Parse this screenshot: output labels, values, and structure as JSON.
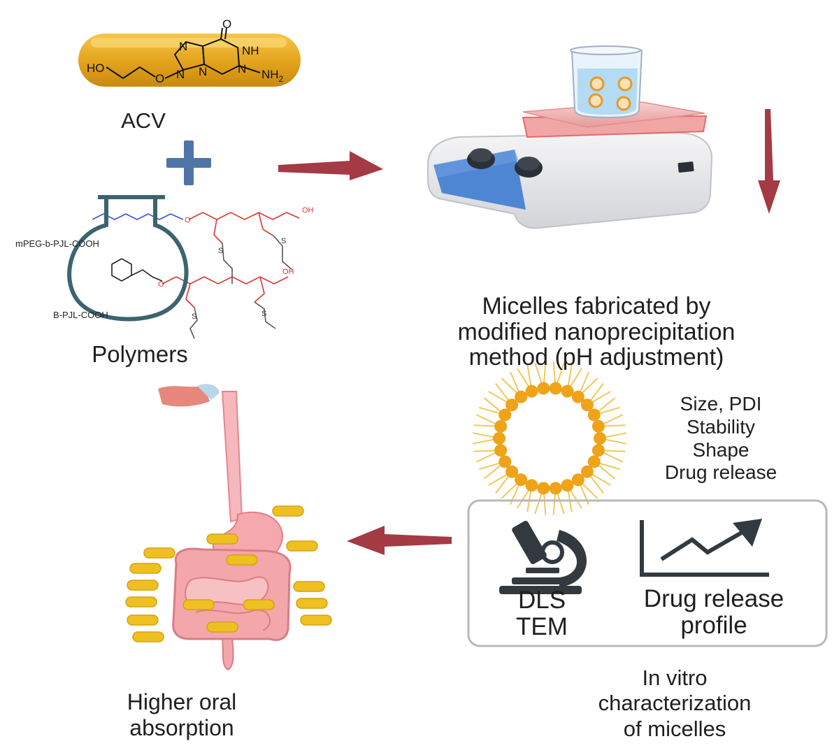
{
  "acv": {
    "label": "ACV",
    "atoms": {
      "ho": "HO",
      "o_ring": "O",
      "n1": "N",
      "n2": "N",
      "n3": "N",
      "n4": "N",
      "nh": "NH",
      "nh2": "NH2",
      "o_top": "O"
    }
  },
  "polymers": {
    "label": "Polymers",
    "mpeg_label": "mPEG-b-PJL-COOH",
    "bpjl_label": "B-PJL-COOH",
    "oh": "OH",
    "o": "O",
    "s": "S"
  },
  "micelle_step": {
    "lines": [
      "Micelles fabricated by",
      "modified nanoprecipitation",
      "method (pH adjustment)"
    ]
  },
  "characterization": {
    "properties": [
      "Size, PDI",
      "Stability",
      "Shape",
      "Drug release"
    ],
    "instruments": [
      "DLS",
      "TEM"
    ],
    "release_profile": [
      "Drug release",
      "profile"
    ],
    "caption": [
      "In vitro",
      "characterization",
      "of micelles"
    ]
  },
  "outcome": {
    "lines": [
      "Higher oral",
      "absorption"
    ]
  },
  "colors": {
    "arrow": "#a33a44",
    "plus": "#4f74a8",
    "capsule": "#e8a824",
    "flask": "#3b6470",
    "polymer_red": "#d9372d",
    "polymer_blue": "#3a4fd0",
    "micelle_dot": "#eea319",
    "tissue_pink": "#f3a7ab"
  }
}
